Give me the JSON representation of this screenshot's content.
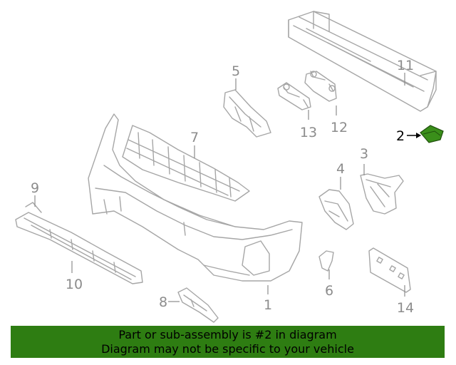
{
  "callouts": [
    {
      "id": "1",
      "label": "1"
    },
    {
      "id": "2",
      "label": "2",
      "highlighted": true
    },
    {
      "id": "3",
      "label": "3"
    },
    {
      "id": "4",
      "label": "4"
    },
    {
      "id": "5",
      "label": "5"
    },
    {
      "id": "6",
      "label": "6"
    },
    {
      "id": "7",
      "label": "7"
    },
    {
      "id": "8",
      "label": "8"
    },
    {
      "id": "9",
      "label": "9"
    },
    {
      "id": "10",
      "label": "10"
    },
    {
      "id": "11",
      "label": "11"
    },
    {
      "id": "12",
      "label": "12"
    },
    {
      "id": "13",
      "label": "13"
    },
    {
      "id": "14",
      "label": "14"
    }
  ],
  "banner": {
    "line1": "Part or sub-assembly is #2 in diagram",
    "line2": "Diagram may not be specific to your vehicle"
  },
  "colors": {
    "banner_bg": "#2e7d12",
    "highlight_part": "#3a8f1a",
    "line_art": "#a6a6a6",
    "callout_text": "#8c8c8c"
  }
}
